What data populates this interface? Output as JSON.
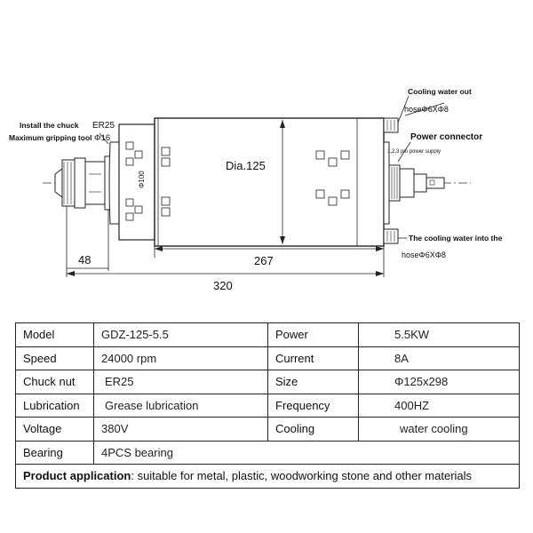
{
  "diagram": {
    "chuck_label": "Install the chuck",
    "chuck_value": "ER25",
    "grip_label": "Maximum gripping tool",
    "grip_value": "Φ16",
    "diameter_label": "Dia.125",
    "inner_diameter": "Φ100",
    "cooling_out_label": "Cooling water out",
    "cooling_out_hose": "hoseΦ6XΦ8",
    "power_connector_label": "Power connector",
    "power_supply_label": "1,2,3 pin power supply",
    "cooling_in_label": "The cooling water into the",
    "cooling_in_hose": "hoseΦ6XΦ8",
    "dim_front": "48",
    "dim_body": "267",
    "dim_total": "320"
  },
  "specs": {
    "rows": [
      [
        {
          "k": "Model",
          "v": "GDZ-125-5.5"
        },
        {
          "k": "Power",
          "v": "5.5KW"
        }
      ],
      [
        {
          "k": "Speed",
          "v": "24000 rpm"
        },
        {
          "k": "Current",
          "v": "8A"
        }
      ],
      [
        {
          "k": "Chuck nut",
          "v": "ER25"
        },
        {
          "k": "Size",
          "v": "Φ125x298"
        }
      ],
      [
        {
          "k": "Lubrication",
          "v": "Grease lubrication"
        },
        {
          "k": "Frequency",
          "v": "400HZ"
        }
      ],
      [
        {
          "k": "Voltage",
          "v": "380V"
        },
        {
          "k": "Cooling",
          "v": "water cooling"
        }
      ]
    ],
    "bearing_key": "Bearing",
    "bearing_value": "4PCS bearing",
    "application_key": "Product application",
    "application_value": ": suitable for metal, plastic, woodworking stone and other materials"
  }
}
